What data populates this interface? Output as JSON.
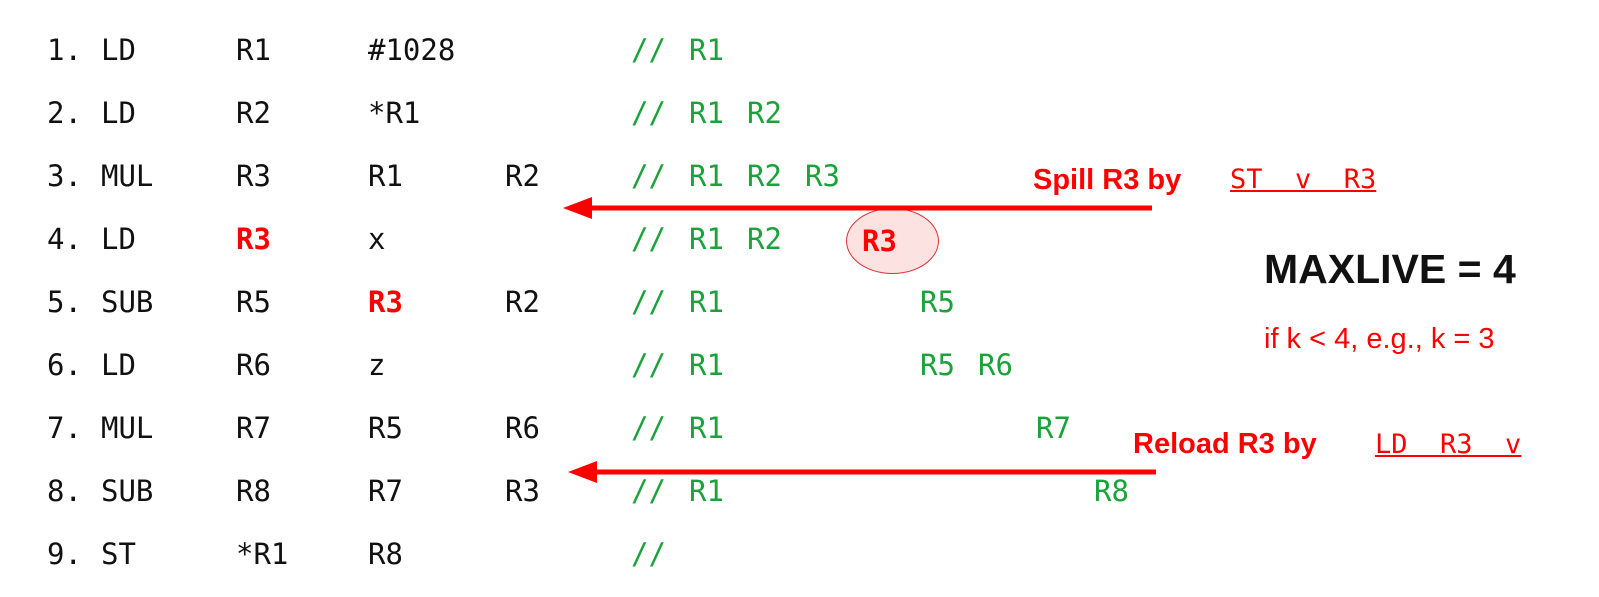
{
  "rows": [
    {
      "num": "1.",
      "op": "LD",
      "a1": "R1",
      "a2": "#1028",
      "a3": "",
      "comment": "//",
      "live": [
        "R1",
        "",
        "",
        "",
        "",
        "",
        "",
        ""
      ],
      "a1_red": false,
      "a2_red": false
    },
    {
      "num": "2.",
      "op": "LD",
      "a1": "R2",
      "a2": "*R1",
      "a3": "",
      "comment": "//",
      "live": [
        "R1",
        "R2",
        "",
        "",
        "",
        "",
        "",
        ""
      ],
      "a1_red": false,
      "a2_red": false
    },
    {
      "num": "3.",
      "op": "MUL",
      "a1": "R3",
      "a2": "R1",
      "a3": "R2",
      "comment": "//",
      "live": [
        "R1",
        "R2",
        "R3",
        "",
        "",
        "",
        "",
        ""
      ],
      "a1_red": false,
      "a2_red": false
    },
    {
      "num": "4.",
      "op": "LD",
      "a1": "R3",
      "a2": "x",
      "a3": "",
      "comment": "//",
      "live": [
        "R1",
        "R2",
        "",
        "",
        "",
        "",
        "",
        ""
      ],
      "a1_red": true,
      "a2_red": false
    },
    {
      "num": "5.",
      "op": "SUB",
      "a1": "R5",
      "a2": "R3",
      "a3": "R2",
      "comment": "//",
      "live": [
        "R1",
        "",
        "",
        "",
        "R5",
        "",
        "",
        ""
      ],
      "a1_red": false,
      "a2_red": true
    },
    {
      "num": "6.",
      "op": "LD",
      "a1": "R6",
      "a2": "z",
      "a3": "",
      "comment": "//",
      "live": [
        "R1",
        "",
        "",
        "",
        "R5",
        "R6",
        "",
        ""
      ],
      "a1_red": false,
      "a2_red": false
    },
    {
      "num": "7.",
      "op": "MUL",
      "a1": "R7",
      "a2": "R5",
      "a3": "R6",
      "comment": "//",
      "live": [
        "R1",
        "",
        "",
        "",
        "",
        "",
        "R7",
        ""
      ],
      "a1_red": false,
      "a2_red": false
    },
    {
      "num": "8.",
      "op": "SUB",
      "a1": "R8",
      "a2": "R7",
      "a3": "R3",
      "comment": "//",
      "live": [
        "R1",
        "",
        "",
        "",
        "",
        "",
        "",
        "R8"
      ],
      "a1_red": false,
      "a2_red": false
    },
    {
      "num": "9.",
      "op": "ST",
      "a1": "*R1",
      "a2": "R8",
      "a3": "",
      "comment": "//",
      "live": [
        "",
        "",
        "",
        "",
        "",
        "",
        "",
        ""
      ],
      "a1_red": false,
      "a2_red": false
    }
  ],
  "spilled_label": "R3",
  "spill": {
    "prefix": "Spill R3 by",
    "code": "ST  v  R3"
  },
  "reload": {
    "prefix": "Reload R3 by",
    "code": "LD  R3  v"
  },
  "maxlive": "MAXLIVE = 4",
  "condition": "if k < 4, e.g., k = 3",
  "colors": {
    "green": "#1aa33a",
    "red": "#ff0000",
    "text": "#111111"
  }
}
